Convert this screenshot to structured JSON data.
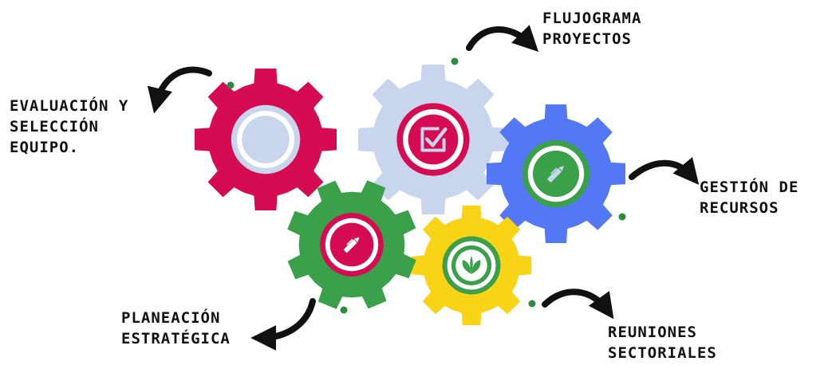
{
  "labels": {
    "evaluacion": [
      "EVALUACIÓN Y",
      "SELECCIÓN",
      "EQUIPO."
    ],
    "flujograma": [
      "FLUJOGRAMA",
      "PROYECTOS"
    ],
    "gestion": [
      "GESTIÓN DE",
      "RECURSOS"
    ],
    "planeacion": [
      "PLANEACIÓN",
      "ESTRATÉGICA"
    ],
    "reuniones": [
      "REUNIONES",
      "SECTORIALES"
    ]
  },
  "gears": [
    {
      "id": "evaluacion",
      "color": "#d50c52",
      "inner_color": "#c8d5ec",
      "icon": "checkbox-icon",
      "icon_color": "#c8d5ec"
    },
    {
      "id": "flujograma",
      "color": "#c8d5ec",
      "inner_color": "#d50c52",
      "icon": "checkbox-icon",
      "icon_color": "#c8d5ec"
    },
    {
      "id": "gestion",
      "color": "#5478f5",
      "inner_color": "#3aa04a",
      "icon": "pen-icon",
      "icon_color": "#c8d5ec"
    },
    {
      "id": "planeacion",
      "color": "#3aa04a",
      "inner_color": "#d50c52",
      "icon": "pen-icon",
      "icon_color": "#d50c52"
    },
    {
      "id": "reuniones",
      "color": "#f9d315",
      "inner_color": "#3aa04a",
      "icon": "leaf-icon",
      "icon_color": "#3aa04a"
    }
  ],
  "colors": {
    "arrow": "#111111",
    "dot": "#2e8b3e"
  }
}
